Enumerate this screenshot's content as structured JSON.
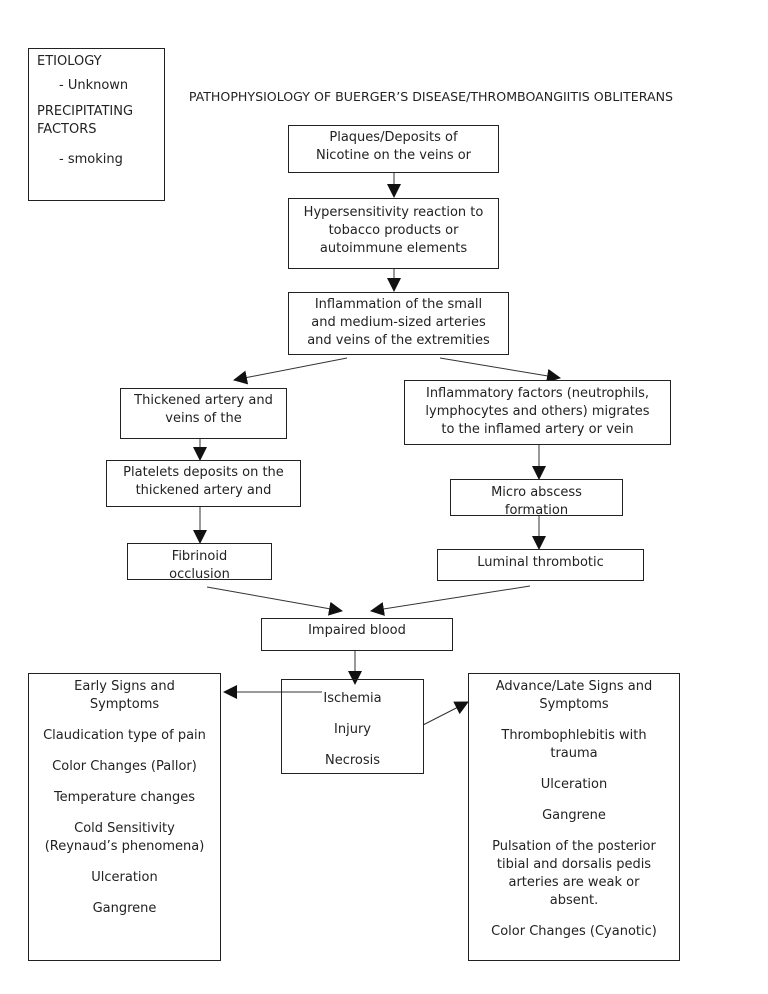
{
  "title": "PATHOPHYSIOLOGY OF BUERGER’S DISEASE/THROMBOANGIITIS OBLITERANS",
  "etiology": {
    "heading": "ETIOLOGY",
    "item": "-   Unknown",
    "precip_heading_1": "PRECIPITATING",
    "precip_heading_2": "FACTORS",
    "precip_item": "-   smoking"
  },
  "nodes": {
    "plaques": [
      "Plaques/Deposits of",
      "Nicotine on the veins or"
    ],
    "hypersensitivity": [
      "Hypersensitivity reaction to",
      "tobacco products or",
      "autoimmune elements"
    ],
    "inflammation": [
      "Inflammation of the small",
      "and medium-sized arteries",
      "and veins of the extremities"
    ],
    "thickened": [
      "Thickened artery and",
      "veins of the"
    ],
    "inflammatory_factors": [
      "Inflammatory factors (neutrophils,",
      "lymphocytes and others) migrates",
      "to the inflamed artery or vein"
    ],
    "platelets": [
      "Platelets deposits on the",
      "thickened artery and"
    ],
    "micro_abscess": [
      "Micro abscess",
      "formation"
    ],
    "fibrinoid": [
      "Fibrinoid",
      "occlusion"
    ],
    "luminal": [
      "Luminal thrombotic"
    ],
    "impaired": [
      "Impaired blood"
    ],
    "ischemia": [
      "Ischemia",
      "Injury",
      "Necrosis"
    ]
  },
  "early_signs": {
    "heading": "Early Signs and Symptoms",
    "items": [
      "Claudication type of pain",
      "Color Changes (Pallor)",
      "Temperature changes",
      "Cold Sensitivity (Reynaud’s phenomena)",
      "Ulceration",
      "Gangrene"
    ]
  },
  "late_signs": {
    "heading": "Advance/Late Signs and Symptoms",
    "items": [
      "Thrombophlebitis with trauma",
      "Ulceration",
      "Gangrene",
      "Pulsation of the posterior tibial and dorsalis pedis arteries are weak or absent.",
      "Color Changes (Cyanotic)"
    ]
  }
}
